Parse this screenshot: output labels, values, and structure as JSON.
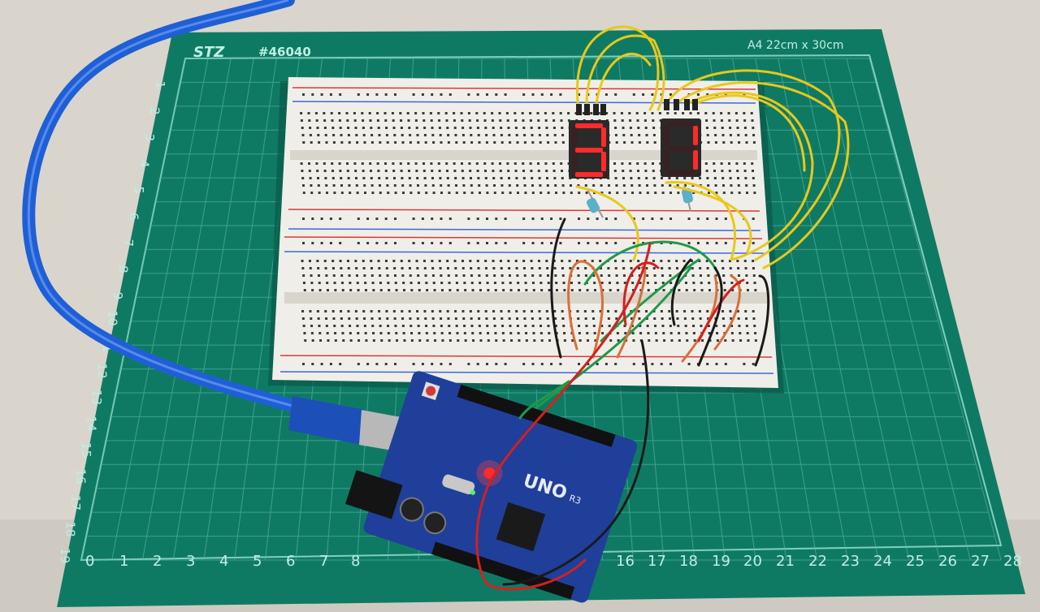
{
  "mat": {
    "brand": "STZ",
    "model": "#46040",
    "size_label": "A4 22cm x 30cm",
    "color": "#0f7a64",
    "x_scale": [
      "0",
      "1",
      "2",
      "3",
      "4",
      "5",
      "6",
      "7",
      "8",
      "16",
      "17",
      "18",
      "19",
      "20",
      "21",
      "22",
      "23",
      "24",
      "25",
      "26",
      "27",
      "28"
    ],
    "y_scale": [
      "1",
      "2",
      "3",
      "4",
      "5",
      "6",
      "7",
      "8",
      "9",
      "10",
      "11",
      "12",
      "13",
      "14",
      "15",
      "16",
      "17",
      "18",
      "19"
    ]
  },
  "displays": [
    {
      "digit": "3",
      "color": "#ff2a2a"
    },
    {
      "digit": "1",
      "color": "#ff2a2a"
    }
  ],
  "arduino": {
    "label": "UNO",
    "revision": "R3",
    "board_color": "#1f3f9a"
  },
  "cable": {
    "color": "#1f5fd6"
  },
  "wire_colors": {
    "yellow": "#e8c81a",
    "green": "#1e9a4a",
    "red": "#d4201e",
    "black": "#1a1a1a",
    "orange": "#d8703a"
  }
}
